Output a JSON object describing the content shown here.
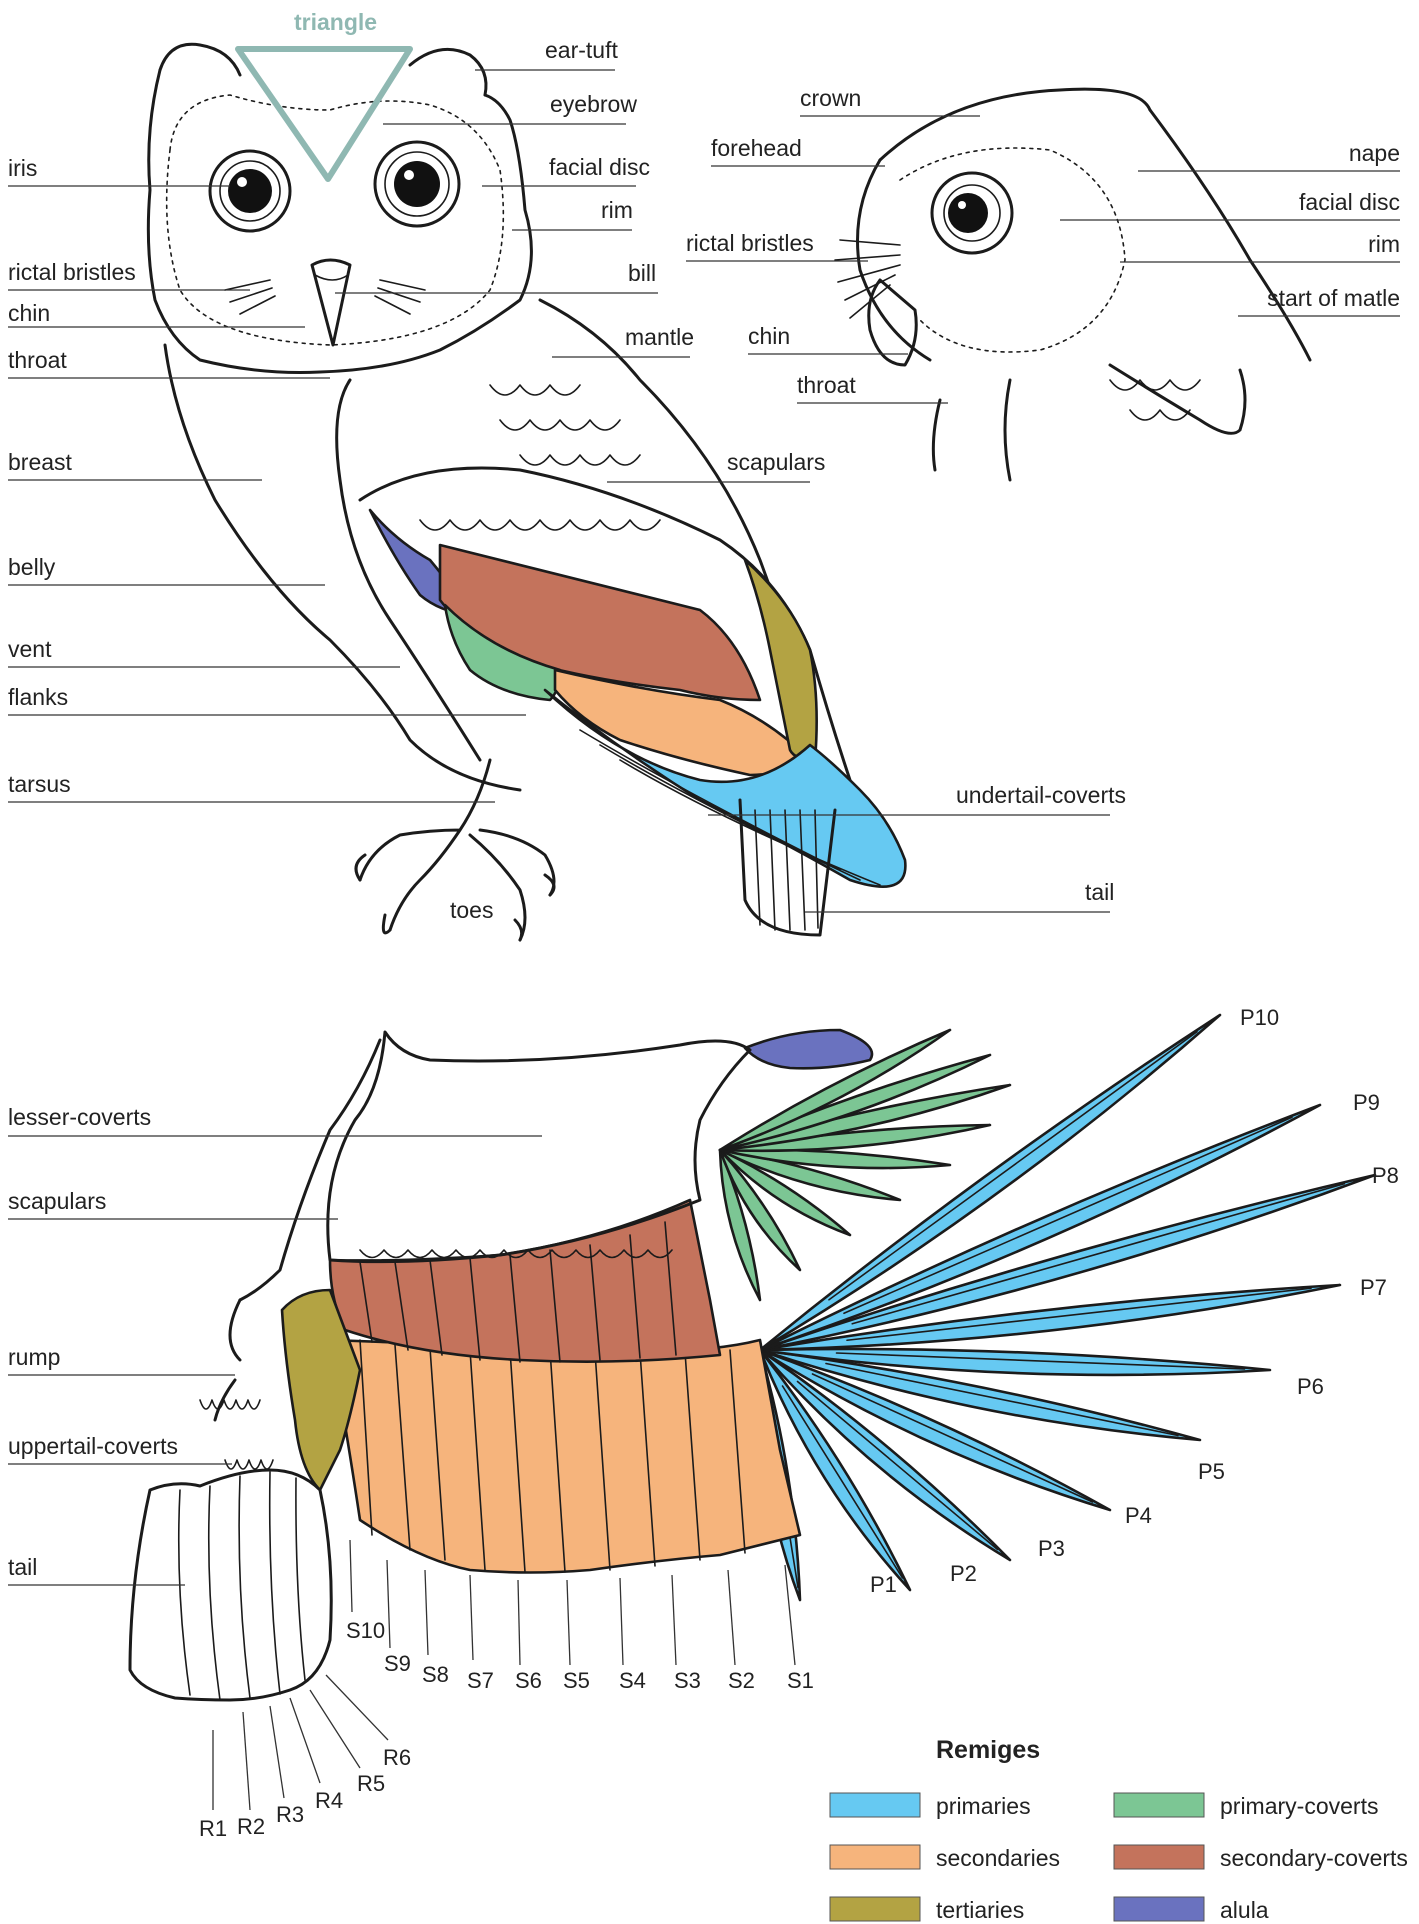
{
  "owl_labels": {
    "triangle": "triangle",
    "ear_tuft": "ear-tuft",
    "eyebrow": "eyebrow",
    "facial_disc": "facial disc",
    "rim": "rim",
    "bill": "bill",
    "mantle": "mantle",
    "scapulars": "scapulars",
    "iris": "iris",
    "rictal_bristles": "rictal bristles",
    "chin": "chin",
    "throat": "throat",
    "breast": "breast",
    "belly": "belly",
    "vent": "vent",
    "flanks": "flanks",
    "tarsus": "tarsus",
    "toes": "toes",
    "undertail_coverts": "undertail-coverts",
    "tail": "tail"
  },
  "head_labels": {
    "crown": "crown",
    "forehead": "forehead",
    "nape": "nape",
    "facial_disc": "facial disc",
    "rim": "rim",
    "rictal_bristles": "rictal bristles",
    "start_of_matle": "start of matle",
    "chin": "chin",
    "throat": "throat"
  },
  "wing_labels": {
    "lesser_coverts": "lesser-coverts",
    "scapulars": "scapulars",
    "rump": "rump",
    "uppertail_coverts": "uppertail-coverts",
    "tail": "tail"
  },
  "primaries": [
    "P1",
    "P2",
    "P3",
    "P4",
    "P5",
    "P6",
    "P7",
    "P8",
    "P9",
    "P10"
  ],
  "secondaries": [
    "S1",
    "S2",
    "S3",
    "S4",
    "S5",
    "S6",
    "S7",
    "S8",
    "S9",
    "S10"
  ],
  "rectrices": [
    "R1",
    "R2",
    "R3",
    "R4",
    "R5",
    "R6"
  ],
  "legend": {
    "title": "Remiges",
    "items": [
      {
        "label": "primaries",
        "color": "#66c9f2"
      },
      {
        "label": "primary-coverts",
        "color": "#7cc694"
      },
      {
        "label": "secondaries",
        "color": "#f6b47c"
      },
      {
        "label": "secondary-coverts",
        "color": "#c4735c"
      },
      {
        "label": "tertiaries",
        "color": "#b3a343"
      },
      {
        "label": "alula",
        "color": "#6a72bf"
      }
    ]
  },
  "colors": {
    "primaries": "#66c9f2",
    "primary_coverts": "#7cc694",
    "secondaries": "#f6b47c",
    "secondary_coverts": "#c4735c",
    "tertiaries": "#b3a343",
    "alula": "#6a72bf",
    "triangle": "#8fb8b2"
  }
}
